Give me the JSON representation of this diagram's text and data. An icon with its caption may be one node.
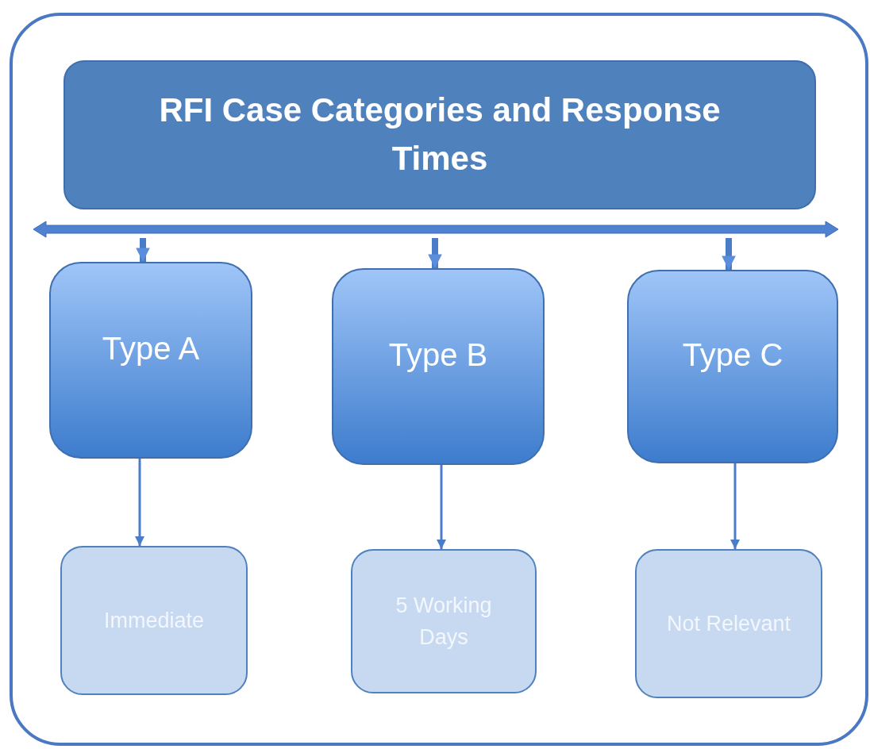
{
  "diagram": {
    "nodes": [
      {
        "text": [],
        "shape": "box"
      },
      {
        "text": [
          "RFI Case Categories and Response Times"
        ],
        "in": 0
      },
      {
        "text": [],
        "shape": "bar",
        "in": 0
      },
      {
        "text": [
          "Type A"
        ],
        "in": 0
      },
      {
        "text": [
          "Type B"
        ],
        "in": 0
      },
      {
        "text": [
          "Type C"
        ],
        "in": 0
      },
      {
        "text": [
          "Immediate"
        ],
        "in": 0
      },
      {
        "text": [
          "5 Working Days"
        ],
        "in": 0
      },
      {
        "text": [
          "Not Relevant"
        ],
        "in": 0
      }
    ],
    "edges": [
      {
        "from": 2,
        "to": 3,
        "arrow": "to",
        "style": "thick"
      },
      {
        "from": 2,
        "to": 4,
        "arrow": "to",
        "style": "thick"
      },
      {
        "from": 2,
        "to": 5,
        "arrow": "to",
        "style": "thick"
      },
      {
        "from": 3,
        "to": 6,
        "arrow": "to"
      },
      {
        "from": 4,
        "to": 7,
        "arrow": "to"
      },
      {
        "from": 5,
        "to": 8,
        "arrow": "to"
      }
    ]
  }
}
